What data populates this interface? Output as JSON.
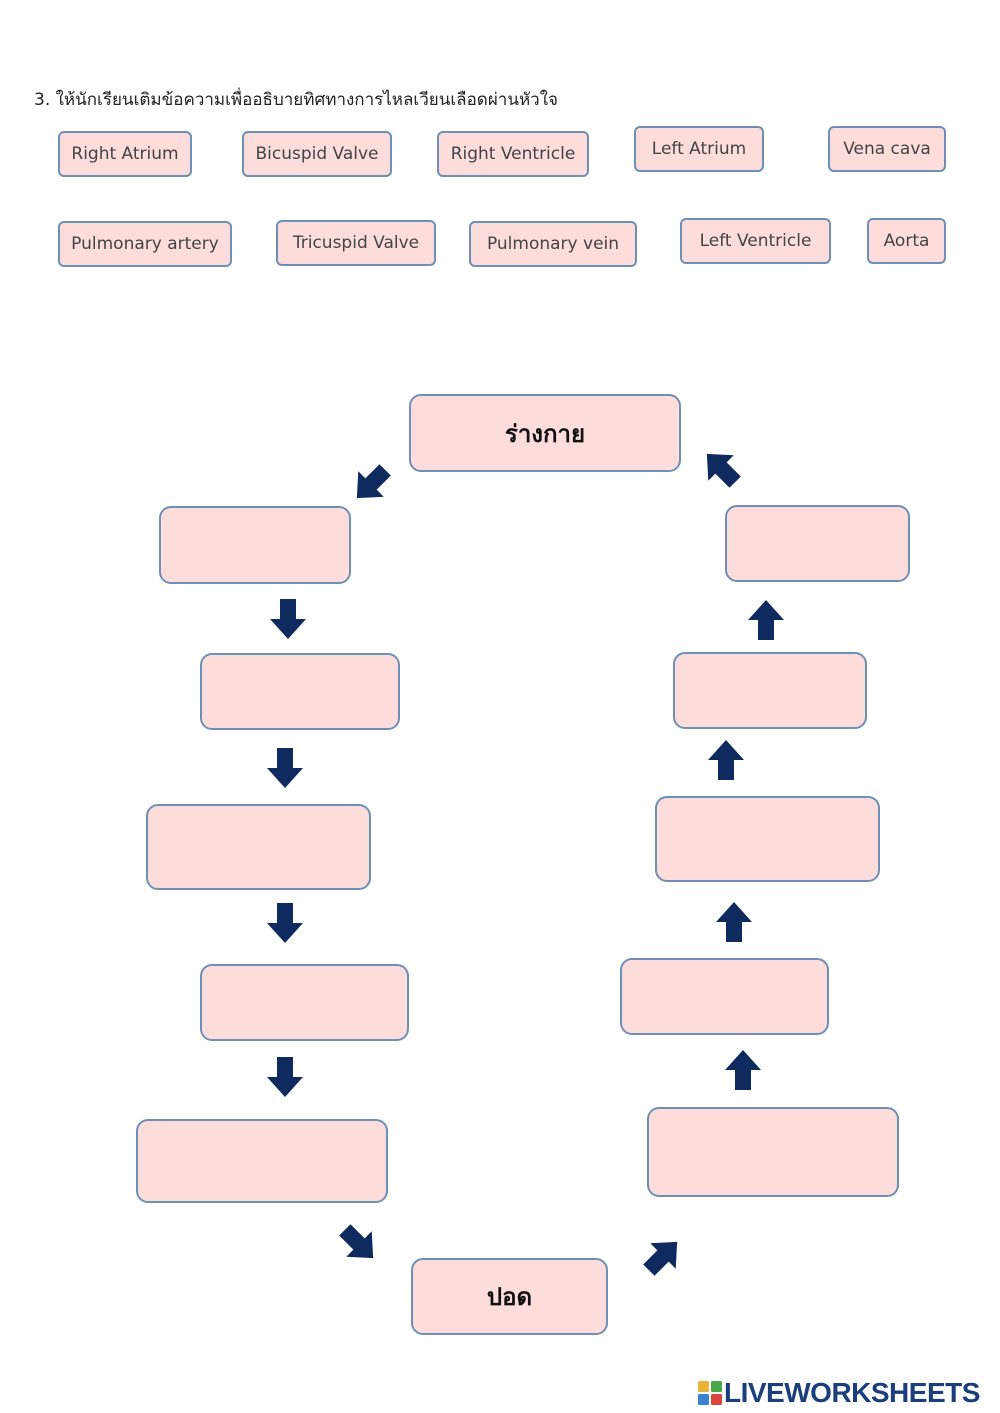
{
  "instruction": "3. ให้นักเรียนเติมข้อความเพื่ออธิบายทิศทางการไหลเวียนเลือดผ่านหัวใจ",
  "chips": [
    "Right Atrium",
    "Bicuspid Valve",
    "Right Ventricle",
    "Left Atrium",
    "Vena cava",
    "Pulmonary artery",
    "Tricuspid Valve",
    "Pulmonary vein",
    "Left Ventricle",
    "Aorta"
  ],
  "boxes": {
    "top": "ร่างกาย",
    "bottom": "ปอด"
  },
  "colors": {
    "box_fill": "#fddcdc",
    "box_border": "#6f8fb5",
    "arrow": "#0f2a5e"
  },
  "logo": {
    "text": "LIVEWORKSHEETS",
    "icon": "liveworksheets-logo-icon"
  }
}
